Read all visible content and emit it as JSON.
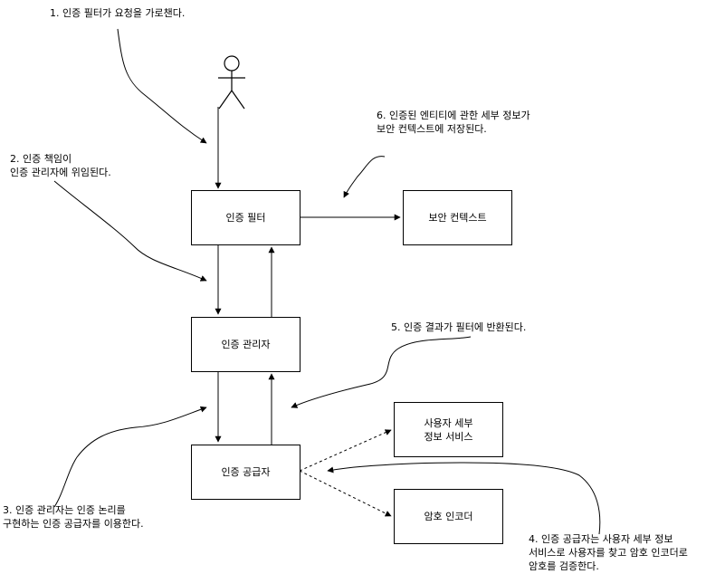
{
  "nodes": {
    "filter": "인증 필터",
    "manager": "인증 관리자",
    "provider": "인증 공급자",
    "context": "보안 컨텍스트",
    "user_service": "사용자 세부\n정보 서비스",
    "encoder": "암호 인코더"
  },
  "notes": {
    "n1": "1. 인증 필터가 요청을 가로챈다.",
    "n2": "2. 인증 책임이\n 인증 관리자에 위임된다.",
    "n3": "3. 인증 관리자는 인증 논리를\n구현하는 인증 공급자를 이용한다.",
    "n4": "4. 인증 공급자는 사용자 세부 정보\n서비스로 사용자를 찾고 암호 인코더로\n암호를 검증한다.",
    "n5": "5. 인증 결과가 필터에 반환된다.",
    "n6": "6. 인증된 엔티티에 관한 세부 정보가\n보안 컨텍스트에 저장된다."
  },
  "colors": {
    "stroke": "#000000",
    "background": "#ffffff"
  },
  "icons": {
    "actor": "stick-figure-icon"
  }
}
